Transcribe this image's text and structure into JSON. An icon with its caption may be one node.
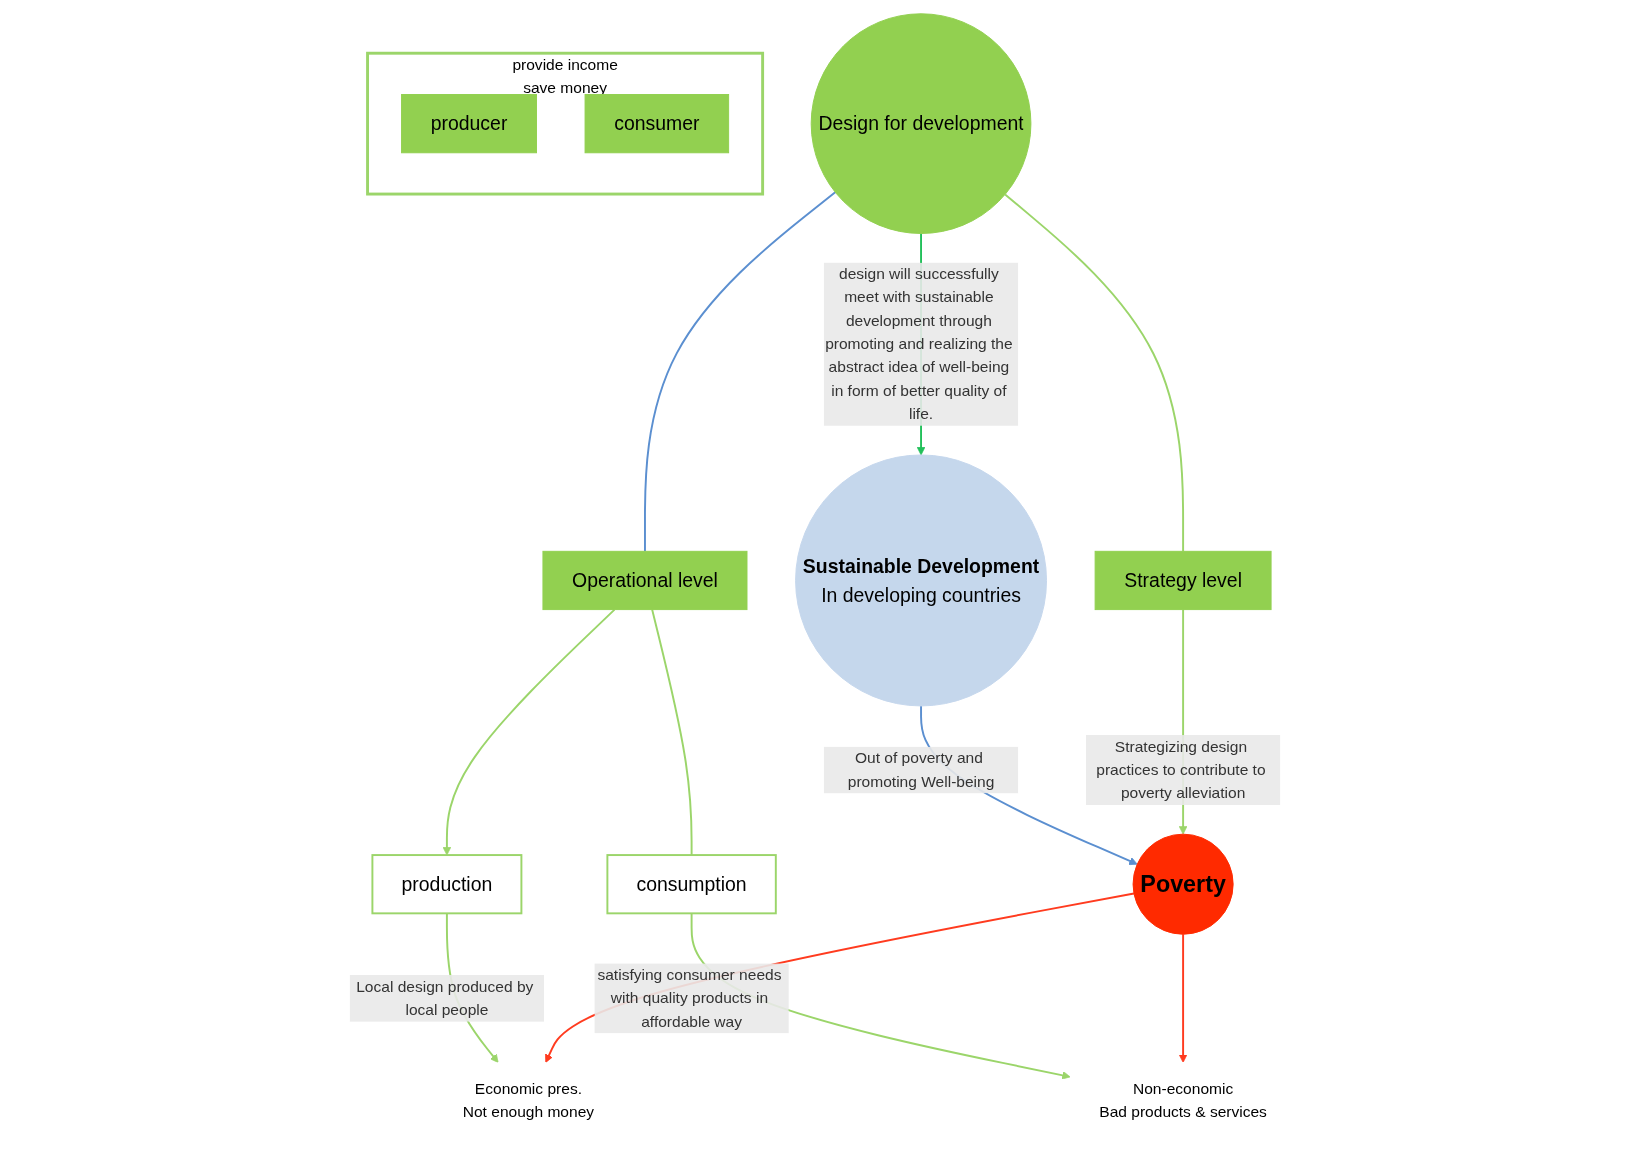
{
  "diagram": {
    "nodes": [
      {
        "text": [
          "Sustainable Development",
          "In developing countries"
        ]
      },
      {
        "text": [
          "Design for development"
        ]
      },
      {
        "text": [
          "Strategy level"
        ]
      },
      {
        "text": [
          "Operational level"
        ]
      },
      {
        "text": [
          "consumption"
        ]
      },
      {
        "text": [
          "production"
        ]
      },
      {
        "text": [
          "Poverty"
        ]
      },
      {
        "text": [
          "Economic pres.",
          "Not enough money"
        ]
      },
      {
        "text": [
          "Non-economic",
          "Bad products & services"
        ]
      },
      {
        "text": [
          "provide income",
          "save money"
        ]
      },
      {
        "text": [
          "producer"
        ],
        "in": 9
      },
      {
        "text": [
          "consumer"
        ],
        "in": 9
      }
    ],
    "edges": [
      {
        "from": 1,
        "to": 0,
        "arrow": "to",
        "label": "design will successfully meet with sustainable development through promoting and realizing the abstract idea of well-being in form of better quality of life.",
        "color": "#22c05a"
      },
      {
        "from": 0,
        "to": 6,
        "arrow": "to",
        "label": "Out of poverty and promoting Well-being",
        "color": "#5b8fd0"
      },
      {
        "from": 1,
        "to": 2,
        "arrow": "none"
      },
      {
        "from": 2,
        "to": 6,
        "arrow": "to",
        "label": "Strategizing design practices to contribute to poverty alleviation"
      },
      {
        "from": 1,
        "to": 3,
        "arrow": "none",
        "color": "#5b8fd0"
      },
      {
        "from": 3,
        "to": 5,
        "arrow": "to"
      },
      {
        "from": 3,
        "to": 4,
        "arrow": "none"
      },
      {
        "from": 5,
        "to": 7,
        "arrow": "to",
        "label": "Local design produced by local people"
      },
      {
        "from": 4,
        "to": 8,
        "arrow": "to",
        "label": "satisfying consumer needs with quality products in affordable way"
      },
      {
        "from": 6,
        "to": 7,
        "arrow": "to",
        "color": "#ff3b1f"
      },
      {
        "from": 6,
        "to": 8,
        "arrow": "to",
        "color": "#ff3b1f"
      }
    ]
  }
}
